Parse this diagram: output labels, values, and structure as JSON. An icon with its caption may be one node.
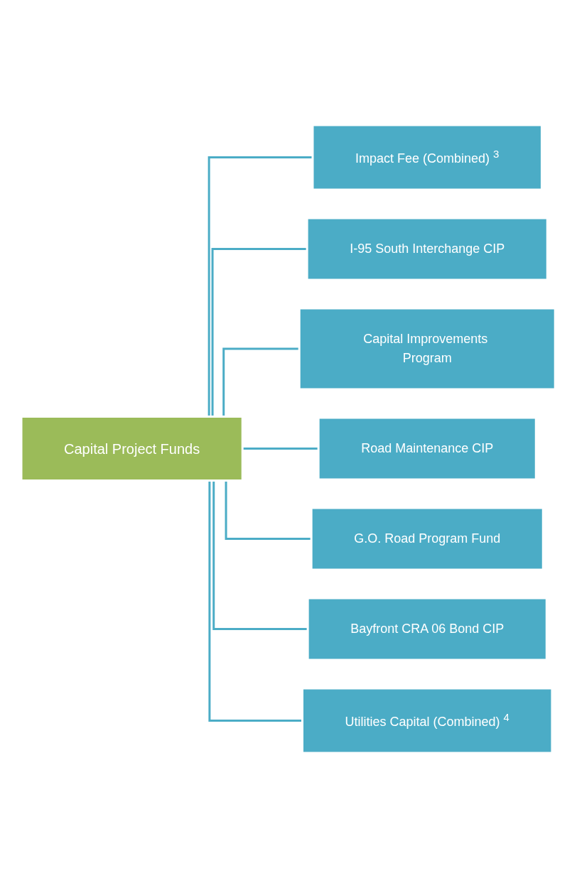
{
  "diagram": {
    "nodes": [
      {
        "text": [
          "Capital Project Funds"
        ]
      },
      {
        "text": [
          "Impact Fee (Combined) $^{3}$"
        ]
      },
      {
        "text": [
          "I-95 South Interchange CIP"
        ]
      },
      {
        "text": [
          "Capital Improvements Program"
        ]
      },
      {
        "text": [
          "Road Maintenance CIP"
        ]
      },
      {
        "text": [
          "G.O. Road Program Fund"
        ]
      },
      {
        "text": [
          "Bayfront CRA 06 Bond CIP"
        ]
      },
      {
        "text": [
          "Utilities Capital (Combined) $^{4}$"
        ]
      }
    ],
    "edges": [
      {
        "from": 0,
        "to": 1,
        "arrow": "none"
      },
      {
        "from": 0,
        "to": 2,
        "arrow": "none"
      },
      {
        "from": 0,
        "to": 3,
        "arrow": "none"
      },
      {
        "from": 0,
        "to": 4,
        "arrow": "none"
      },
      {
        "from": 0,
        "to": 5,
        "arrow": "none"
      },
      {
        "from": 0,
        "to": 6,
        "arrow": "none"
      },
      {
        "from": 0,
        "to": 7,
        "arrow": "none"
      }
    ]
  }
}
